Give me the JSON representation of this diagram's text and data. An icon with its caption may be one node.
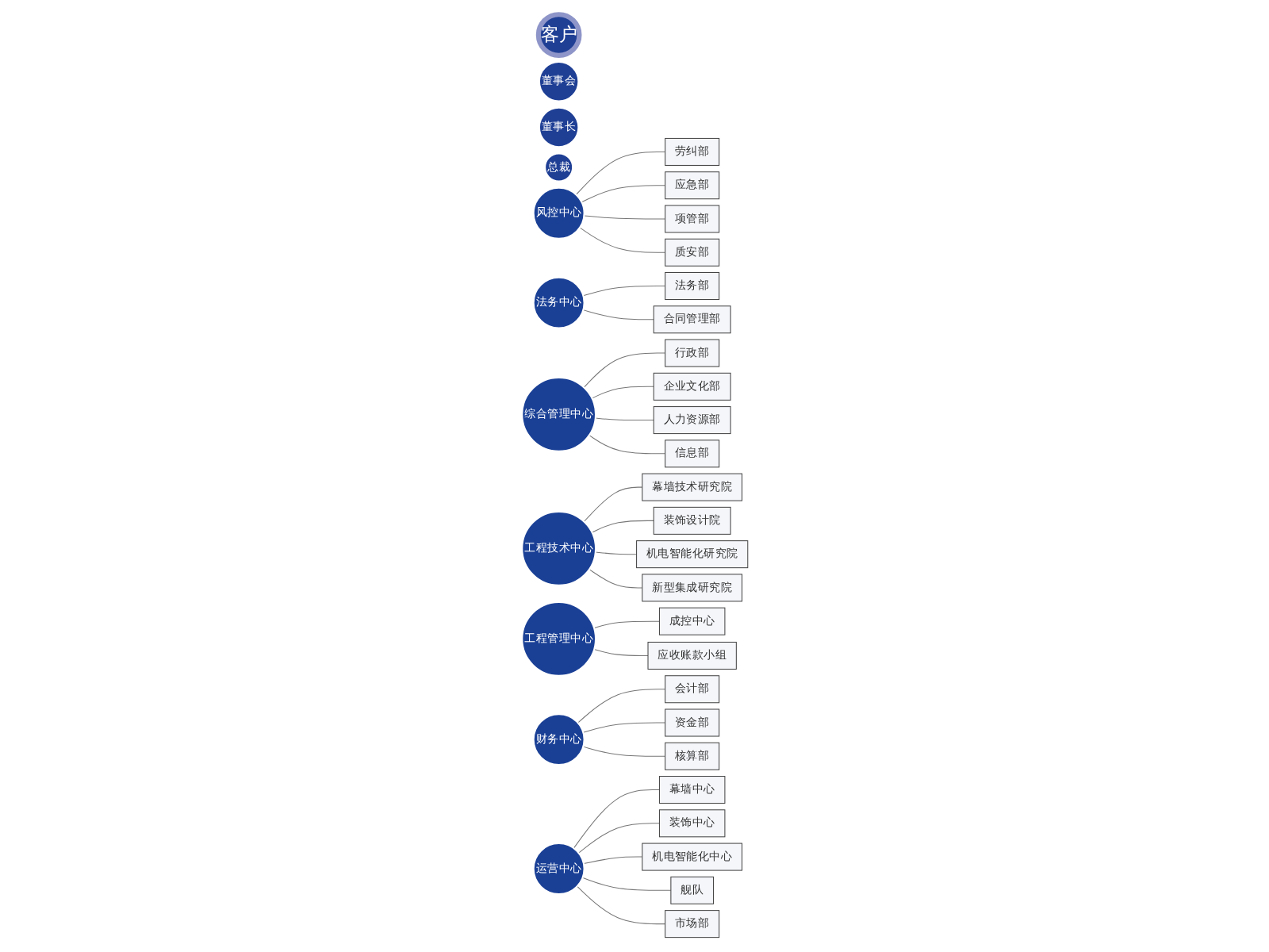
{
  "diagram": {
    "nodes": [
      {
        "text": [
          "客户"
        ]
      },
      {
        "text": [
          "董事会"
        ]
      },
      {
        "text": [
          "董事长"
        ]
      },
      {
        "text": [
          "总裁"
        ]
      },
      {
        "text": [
          "风控中心"
        ]
      },
      {
        "text": [
          "法务中心"
        ]
      },
      {
        "text": [
          "综合管理中心"
        ]
      },
      {
        "text": [
          "工程技术中心"
        ]
      },
      {
        "text": [
          "工程管理中心"
        ]
      },
      {
        "text": [
          "财务中心"
        ]
      },
      {
        "text": [
          "运营中心"
        ]
      },
      {
        "text": [
          "劳纠部"
        ]
      },
      {
        "text": [
          "应急部"
        ]
      },
      {
        "text": [
          "项管部"
        ]
      },
      {
        "text": [
          "质安部"
        ]
      },
      {
        "text": [
          "法务部"
        ]
      },
      {
        "text": [
          "合同管理部"
        ]
      },
      {
        "text": [
          "行政部"
        ]
      },
      {
        "text": [
          "企业文化部"
        ]
      },
      {
        "text": [
          "人力资源部"
        ]
      },
      {
        "text": [
          "信息部"
        ]
      },
      {
        "text": [
          "幕墙技术研究院"
        ]
      },
      {
        "text": [
          "装饰设计院"
        ]
      },
      {
        "text": [
          "机电智能化研究院"
        ]
      },
      {
        "text": [
          "新型集成研究院"
        ]
      },
      {
        "text": [
          "成控中心"
        ]
      },
      {
        "text": [
          "应收账款小组"
        ]
      },
      {
        "text": [
          "会计部"
        ]
      },
      {
        "text": [
          "资金部"
        ]
      },
      {
        "text": [
          "核算部"
        ]
      },
      {
        "text": [
          "幕墙中心"
        ]
      },
      {
        "text": [
          "装饰中心"
        ]
      },
      {
        "text": [
          "机电智能化中心"
        ]
      },
      {
        "text": [
          "舰队"
        ]
      },
      {
        "text": [
          "市场部"
        ]
      }
    ],
    "edges": [
      {
        "from": 4,
        "to": 11,
        "arrow": "none"
      },
      {
        "from": 4,
        "to": 12,
        "arrow": "none"
      },
      {
        "from": 4,
        "to": 13,
        "arrow": "none"
      },
      {
        "from": 4,
        "to": 14,
        "arrow": "none"
      },
      {
        "from": 5,
        "to": 15,
        "arrow": "none"
      },
      {
        "from": 5,
        "to": 16,
        "arrow": "none"
      },
      {
        "from": 6,
        "to": 17,
        "arrow": "none"
      },
      {
        "from": 6,
        "to": 18,
        "arrow": "none"
      },
      {
        "from": 6,
        "to": 19,
        "arrow": "none"
      },
      {
        "from": 6,
        "to": 20,
        "arrow": "none"
      },
      {
        "from": 7,
        "to": 21,
        "arrow": "none"
      },
      {
        "from": 7,
        "to": 22,
        "arrow": "none"
      },
      {
        "from": 7,
        "to": 23,
        "arrow": "none"
      },
      {
        "from": 7,
        "to": 24,
        "arrow": "none"
      },
      {
        "from": 8,
        "to": 25,
        "arrow": "none"
      },
      {
        "from": 8,
        "to": 26,
        "arrow": "none"
      },
      {
        "from": 9,
        "to": 27,
        "arrow": "none"
      },
      {
        "from": 9,
        "to": 28,
        "arrow": "none"
      },
      {
        "from": 9,
        "to": 29,
        "arrow": "none"
      },
      {
        "from": 10,
        "to": 30,
        "arrow": "none"
      },
      {
        "from": 10,
        "to": 31,
        "arrow": "none"
      },
      {
        "from": 10,
        "to": 32,
        "arrow": "none"
      },
      {
        "from": 10,
        "to": 33,
        "arrow": "none"
      },
      {
        "from": 10,
        "to": 34,
        "arrow": "none"
      }
    ]
  }
}
